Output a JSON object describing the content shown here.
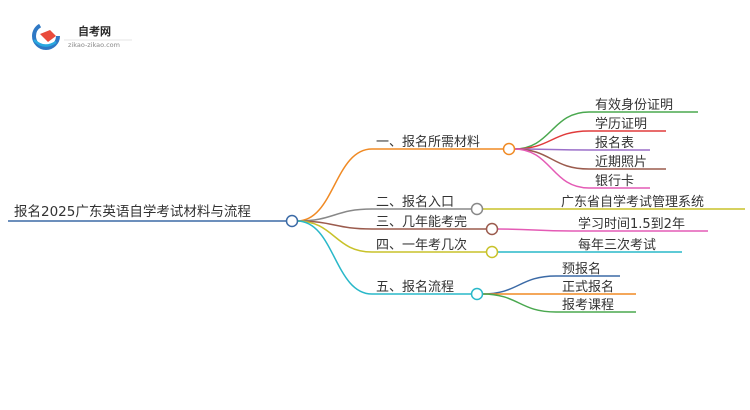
{
  "logo": {
    "name": "自考网",
    "url": "zikao-zikao.com",
    "colors": [
      "#2f78c4",
      "#e94b3c",
      "#29a9e0"
    ]
  },
  "mindmap": {
    "root": "报名2025广东英语自学考试材料与流程",
    "root_color": "#3b6aa6",
    "branches": [
      {
        "label": "一、报名所需材料",
        "color": "#f08a24",
        "children": [
          {
            "label": "有效身份证明",
            "color": "#4aa84f"
          },
          {
            "label": "学历证明",
            "color": "#e03b3b"
          },
          {
            "label": "报名表",
            "color": "#9b6fc9"
          },
          {
            "label": "近期照片",
            "color": "#9b5b4d"
          },
          {
            "label": "银行卡",
            "color": "#e45bb5"
          }
        ]
      },
      {
        "label": "二、报名入口",
        "color": "#888888",
        "children": [
          {
            "label": "广东省自学考试管理系统",
            "color": "#c8c22a"
          }
        ]
      },
      {
        "label": "三、几年能考完",
        "color": "#9b5b4d",
        "children": [
          {
            "label": "学习时间1.5到2年",
            "color": "#e45bb5"
          }
        ]
      },
      {
        "label": "四、一年考几次",
        "color": "#c8c22a",
        "children": [
          {
            "label": "每年三次考试",
            "color": "#29b8c9"
          }
        ]
      },
      {
        "label": "五、报名流程",
        "color": "#29b8c9",
        "children": [
          {
            "label": "预报名",
            "color": "#3b6aa6"
          },
          {
            "label": "正式报名",
            "color": "#f08a24"
          },
          {
            "label": "报考课程",
            "color": "#4aa84f"
          }
        ]
      }
    ]
  }
}
